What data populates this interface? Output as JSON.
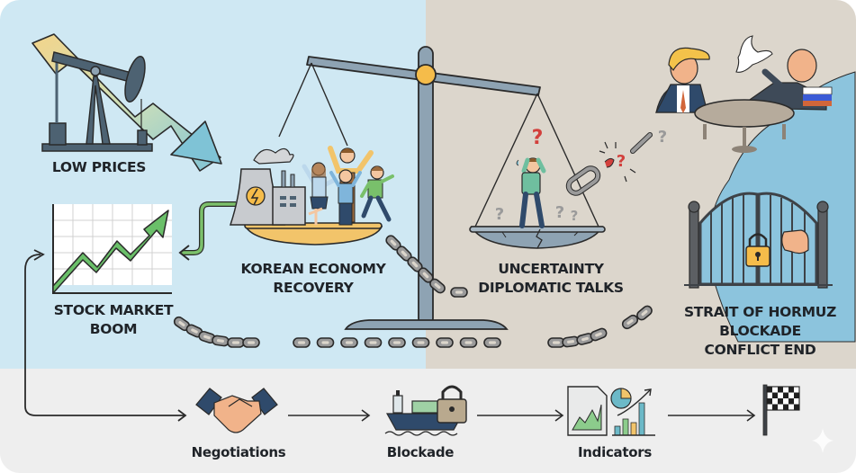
{
  "colors": {
    "left_background": "#cfe8f3",
    "right_background": "#dcd6cc",
    "bottom_background": "#eeeeee",
    "scale_metal": "#8ea3b3",
    "pivot_gold": "#f5bc4a",
    "growth_green": "#6abf69",
    "warning_red": "#d2403c",
    "water_blue": "#8cc4dd",
    "outline": "#25282c"
  },
  "labels": {
    "low_prices": "LOW PRICES",
    "stock_market": [
      "STOCK MARKET",
      "BOOM"
    ],
    "korean_economy": [
      "KOREAN ECONOMY",
      "RECOVERY"
    ],
    "uncertainty": [
      "UNCERTAINTY",
      "DIPLOMATIC TALKS"
    ],
    "hormuz": [
      "STRAIT OF HORMUZ",
      "BLOCKADE",
      "CONFLICT END"
    ]
  },
  "timeline": {
    "steps": [
      {
        "label": "Negotiations",
        "icon": "handshake-icon"
      },
      {
        "label": "Blockade",
        "icon": "locked-ship-icon"
      },
      {
        "label": "Indicators",
        "icon": "charts-icon"
      },
      {
        "label": "",
        "icon": "checkered-flag-icon"
      }
    ]
  },
  "scenes": {
    "oil": {
      "icon": "oil-pump-jack-icon",
      "trend": "down"
    },
    "stocks": {
      "icon": "rising-chart-icon",
      "trend": "up"
    },
    "left_pan": {
      "icon": "power-plant-and-celebrating-people"
    },
    "right_pan": {
      "icon": "worried-person-with-question-marks",
      "status": "cracked"
    },
    "negotiation": {
      "icon": "leaders-at-table-with-dove"
    },
    "strait": {
      "icon": "locked-gate-icon"
    }
  }
}
